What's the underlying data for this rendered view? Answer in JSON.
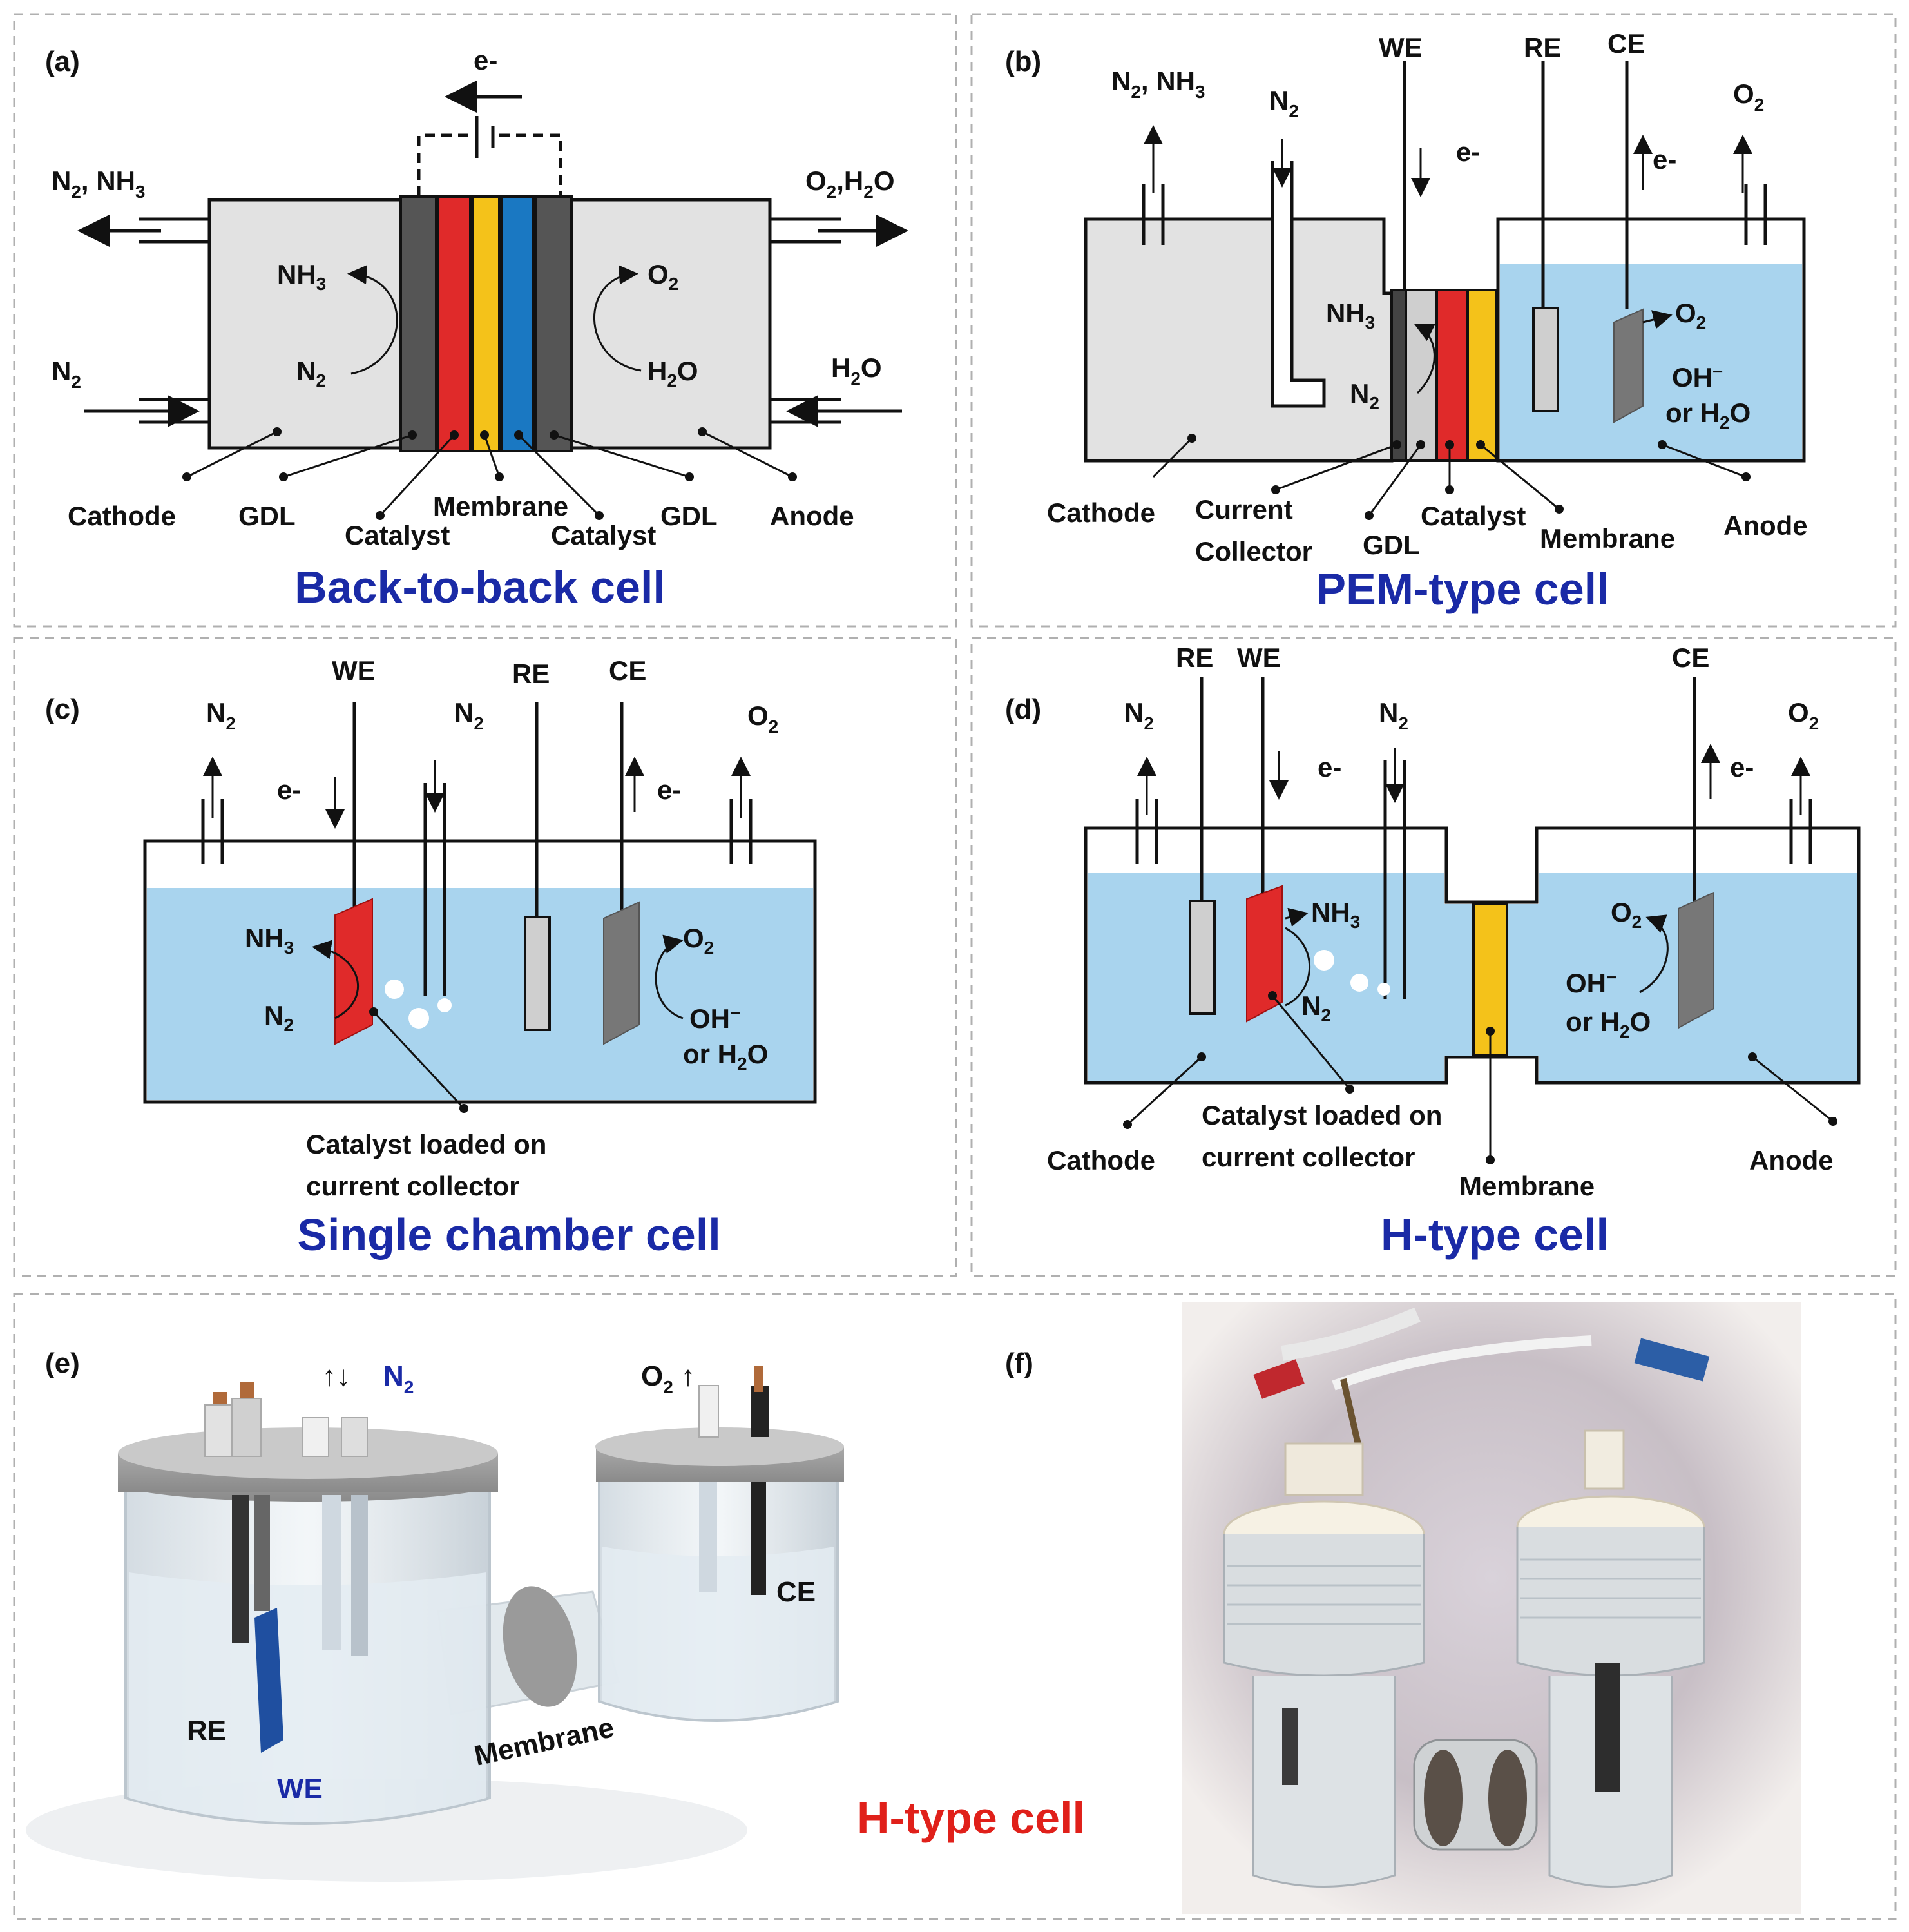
{
  "panels": {
    "a": {
      "letter": "(a)",
      "title": "Back-to-back cell",
      "electron": "e-",
      "inlet_left_top": "N",
      "inlet_left_top_rest": ", NH",
      "inlet_left_bottom": "N",
      "outlet_right_top": "O",
      "outlet_right_top_rest": ",H",
      "outlet_right_top_end": "O",
      "inlet_right_bottom": "H",
      "inlet_right_bottom_end": "O",
      "reaction_left_product": "NH",
      "reaction_left_reactant": "N",
      "reaction_right_product": "O",
      "reaction_right_reactant": "H",
      "reaction_right_reactant_end": "O",
      "labels": [
        "Cathode",
        "GDL",
        "Catalyst",
        "Membrane",
        "Catalyst",
        "GDL",
        "Anode"
      ],
      "layer_colors": [
        "#555555",
        "#e02a2a",
        "#f4c21a",
        "#1a78c2",
        "#555555"
      ]
    },
    "b": {
      "letter": "(b)",
      "title": "PEM-type cell",
      "gas_left": "N",
      "gas_left_rest": ", NH",
      "gas_mid": "N",
      "gas_right": "O",
      "electrodes": [
        "WE",
        "RE",
        "CE"
      ],
      "electron": "e-",
      "nh3": "NH",
      "n2": "N",
      "o2": "O",
      "oh": "OH",
      "or_h2o": "or H",
      "or_h2o_end": "O",
      "labels": [
        "Cathode",
        "Current",
        "Collector",
        "GDL",
        "Catalyst",
        "Membrane",
        "Anode"
      ]
    },
    "c": {
      "letter": "(c)",
      "title": "Single chamber cell",
      "gas_left": "N",
      "gas_mid": "N",
      "gas_right": "O",
      "electrodes": [
        "WE",
        "RE",
        "CE"
      ],
      "electron": "e-",
      "nh3": "NH",
      "n2": "N",
      "o2": "O",
      "oh": "OH",
      "or_h2o": "or H",
      "or_h2o_end": "O",
      "note_line1": "Catalyst loaded on",
      "note_line2": "current collector"
    },
    "d": {
      "letter": "(d)",
      "title": "H-type cell",
      "gas_left": "N",
      "gas_mid": "N",
      "gas_right": "O",
      "electrodes": [
        "RE",
        "WE",
        "CE"
      ],
      "electron": "e-",
      "nh3": "NH",
      "n2": "N",
      "o2": "O",
      "oh": "OH",
      "or_h2o": "or H",
      "or_h2o_end": "O",
      "note_line1": "Catalyst loaded on",
      "note_line2": "current collector",
      "labels": [
        "Cathode",
        "Membrane",
        "Anode"
      ]
    },
    "e": {
      "letter": "(e)",
      "title": "H-type cell",
      "gas_n2": "N",
      "gas_o2": "O",
      "labels": [
        "RE",
        "WE",
        "CE",
        "Membrane"
      ]
    },
    "f": {
      "letter": "(f)"
    }
  },
  "subscripts": {
    "two": "2",
    "three": "3",
    "minus": "−"
  },
  "colors": {
    "title_blue": "#1a2aa6",
    "title_red": "#e0201a",
    "electrolyte": "#a9d4ee",
    "cell_gray": "#e2e2e2",
    "catalyst_red": "#e02a2a",
    "membrane_yellow": "#f4c21a",
    "membrane_blue": "#1a78c2"
  }
}
